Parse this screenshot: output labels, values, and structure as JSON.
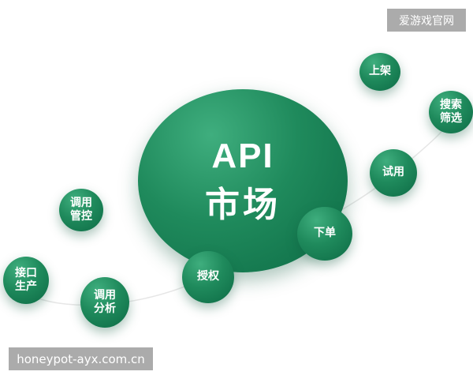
{
  "center": {
    "line1": "API",
    "line2": "市场"
  },
  "nodes": {
    "shangjia": "上架",
    "sousuo": "搜索\n筛选",
    "shiyong": "试用",
    "xiadan": "下单",
    "shouquan": "授权",
    "diaoyong_fenxi": "调用\n分析",
    "jiekou": "接口\n生产",
    "diaoyong_guankong": "调用\n管控"
  },
  "watermarks": {
    "top": "爱游戏官网",
    "bottom": "honeypot-ayx.com.cn"
  },
  "colors": {
    "node_light": "#3fae7e",
    "node_mid": "#1f8a5c",
    "node_dark": "#0d6b45",
    "orbit_line": "#e6e6e6"
  }
}
